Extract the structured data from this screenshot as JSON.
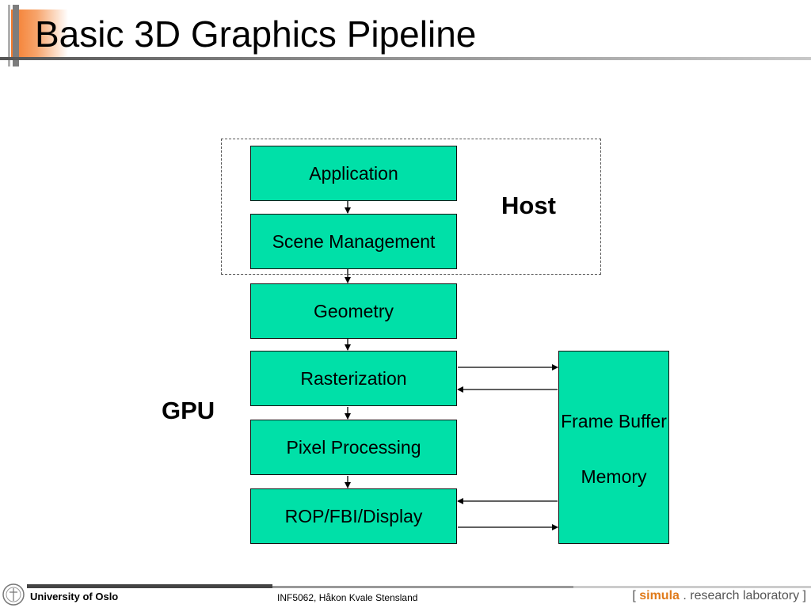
{
  "title": "Basic 3D Graphics Pipeline",
  "diagram": {
    "stages": [
      "Application",
      "Scene Management",
      "Geometry",
      "Rasterization",
      "Pixel Processing",
      "ROP/FBI/Display"
    ],
    "frame_buffer": {
      "line1": "Frame Buffer",
      "line2": "Memory"
    },
    "labels": {
      "host": "Host",
      "gpu": "GPU"
    }
  },
  "footer": {
    "university": "University of Oslo",
    "course": "INF5062, Håkon Kvale Stensland",
    "lab_open": "[ ",
    "lab_name": "simula",
    "lab_rest": " . research laboratory ]"
  },
  "colors": {
    "box_fill": "#00e0a8",
    "accent": "#f47a2a"
  }
}
